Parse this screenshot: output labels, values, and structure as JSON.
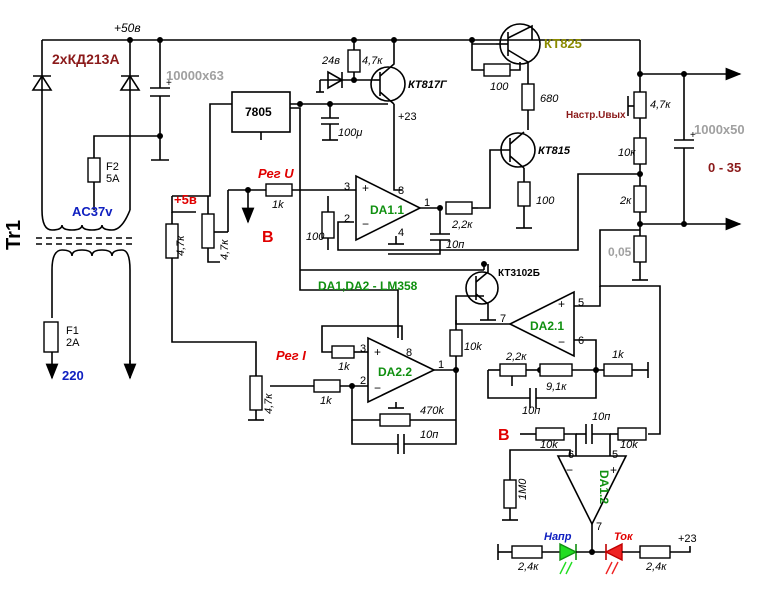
{
  "colors": {
    "dark_red": "#8b1a1a",
    "red": "#e00000",
    "green": "#109010",
    "blue": "#1020c0",
    "olive": "#8b8b00",
    "gray": "#a0a0a0",
    "led_green": "#22dd22",
    "led_red": "#ee2222"
  },
  "supply": {
    "diodes_label": "2хКД213А",
    "bus_label": "+50в",
    "cap_label": "10000x63",
    "fuse2": "F2",
    "fuse2_rating": "5A",
    "ac_label": "AC37v",
    "transformer": "Tr1",
    "fuse1": "F1",
    "fuse1_rating": "2A",
    "mains": "220"
  },
  "regulator": {
    "ic": "7805",
    "cap": "100μ",
    "zener": "24в",
    "r_4k7": "4,7к",
    "transistor": "КТ817Г",
    "rail": "+23",
    "plus5": "+5в",
    "reg_u": "Рег U",
    "r_1k": "1k",
    "pot_u": "4,7к",
    "b_label": "B",
    "r_left": "4,7к"
  },
  "power_stage": {
    "t1": "КТ825",
    "r100": "100",
    "r680": "680",
    "t2": "КТ815",
    "r100b": "100",
    "out_cap": "1000x50",
    "out_range": "0 - 35",
    "adj_label": "Настр.Uвых",
    "r_adj": "4,7к",
    "r10k": "10к",
    "r2k": "2к",
    "shunt": "0,05"
  },
  "da1_1": {
    "name": "DA1.1",
    "pin3": "3",
    "pin2": "2",
    "pin1": "1",
    "pin8": "8",
    "pin4": "4",
    "r_fb": "100",
    "r_out": "2,2к",
    "cap": "10п"
  },
  "da2_2": {
    "name": "DA2.2",
    "pin3": "3",
    "pin2": "2",
    "pin1": "1",
    "pin8": "8",
    "reg_i": "Рег I",
    "r1k_a": "1k",
    "r1k_b": "1k",
    "pot_i": "4,7к",
    "r470k": "470k",
    "cap": "10п",
    "r10k": "10k",
    "ic_label": "DA1,DA2 - LM358"
  },
  "da2_1": {
    "name": "DA2.1",
    "pin5": "5",
    "pin6": "6",
    "pin7": "7",
    "transistor": "КТ3102Б",
    "r22k": "2,2к",
    "r91k": "9,1к",
    "r1k": "1k",
    "cap": "10п"
  },
  "da1_2": {
    "name": "DA1.2",
    "pin6": "6",
    "pin5": "5",
    "pin7": "7",
    "b_label": "B",
    "r10k_a": "10k",
    "r10k_b": "10k",
    "cap": "10п",
    "r1m": "1М0",
    "led_u": "Напр",
    "led_i": "Ток",
    "r24k_a": "2,4к",
    "r24k_b": "2,4к",
    "rail": "+23"
  }
}
